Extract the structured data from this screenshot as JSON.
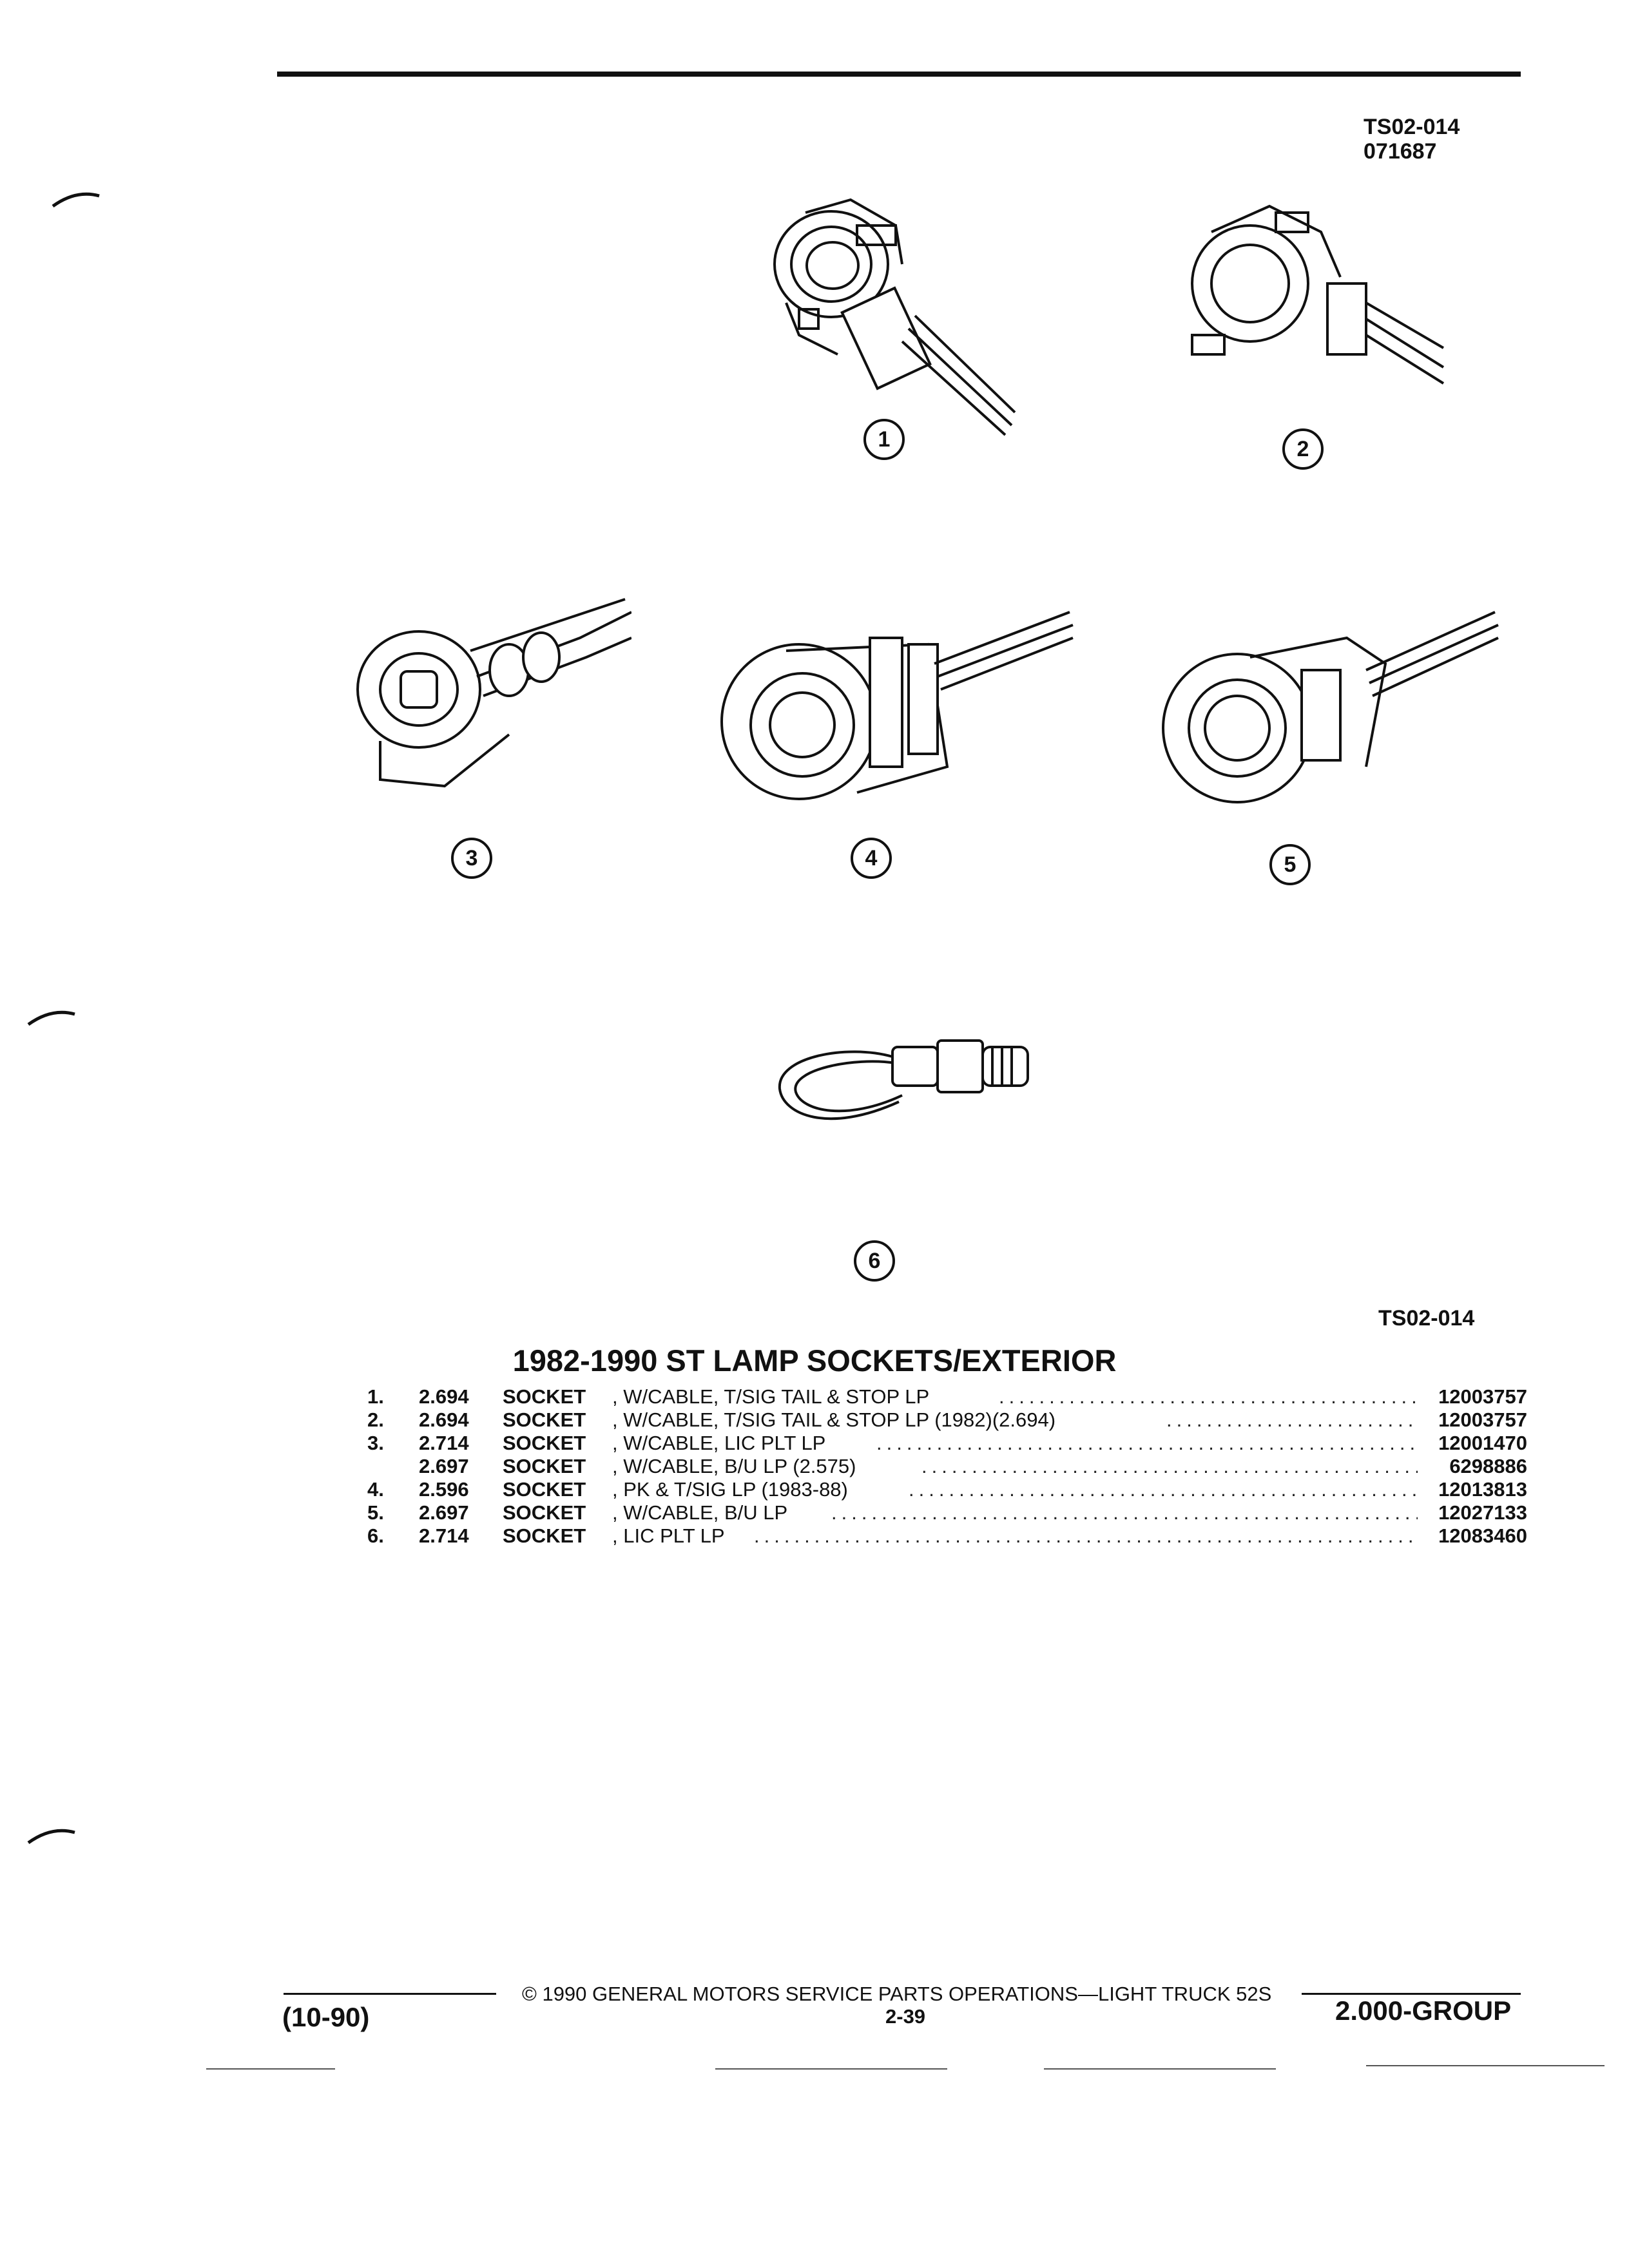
{
  "header": {
    "ref_code_line1": "TS02-014",
    "ref_code_line2": "071687"
  },
  "illustrations": [
    {
      "callout": "1",
      "icon": "tail-stop-socket-icon"
    },
    {
      "callout": "2",
      "icon": "tail-stop-socket-1982-icon"
    },
    {
      "callout": "3",
      "icon": "license-plate-socket-icon"
    },
    {
      "callout": "4",
      "icon": "parking-turn-socket-icon"
    },
    {
      "callout": "5",
      "icon": "backup-socket-icon"
    },
    {
      "callout": "6",
      "icon": "license-plate-lamp-socket-icon"
    }
  ],
  "illustration_code": "TS02-014",
  "section_title": "1982-1990 ST LAMP SOCKETS/EXTERIOR",
  "parts": [
    {
      "num": "1.",
      "code": "2.694",
      "name": "SOCKET",
      "desc": ", W/CABLE, T/SIG TAIL & STOP LP",
      "part_no": "12003757"
    },
    {
      "num": "2.",
      "code": "2.694",
      "name": "SOCKET",
      "desc": ", W/CABLE, T/SIG TAIL & STOP LP (1982)(2.694)",
      "part_no": "12003757"
    },
    {
      "num": "3.",
      "code": "2.714",
      "name": "SOCKET",
      "desc": ", W/CABLE, LIC PLT LP",
      "part_no": "12001470"
    },
    {
      "num": "",
      "code": "2.697",
      "name": "SOCKET",
      "desc": ", W/CABLE, B/U LP (2.575)",
      "part_no": "6298886"
    },
    {
      "num": "4.",
      "code": "2.596",
      "name": "SOCKET",
      "desc": ", PK & T/SIG LP (1983-88)",
      "part_no": "12013813"
    },
    {
      "num": "5.",
      "code": "2.697",
      "name": "SOCKET",
      "desc": ", W/CABLE, B/U LP",
      "part_no": "12027133"
    },
    {
      "num": "6.",
      "code": "2.714",
      "name": "SOCKET",
      "desc": ", LIC PLT LP",
      "part_no": "12083460"
    }
  ],
  "footer": {
    "copyright": "© 1990 GENERAL MOTORS SERVICE PARTS OPERATIONS—LIGHT TRUCK 52S",
    "date_code": "(10-90)",
    "page": "2-39",
    "group": "2.000-GROUP"
  }
}
